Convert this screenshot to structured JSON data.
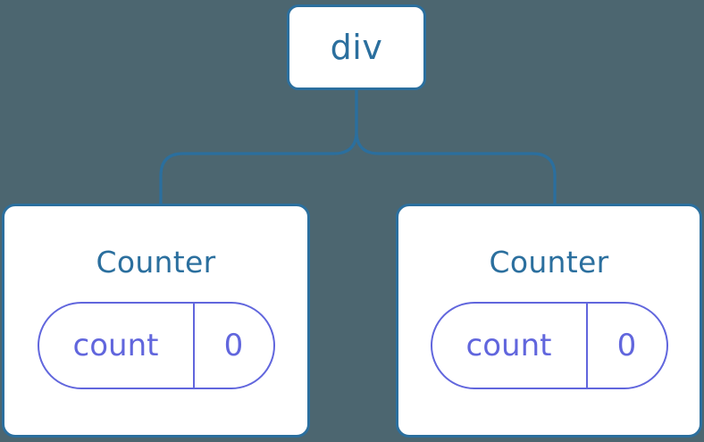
{
  "diagram": {
    "type": "component-tree",
    "background_color": "#4c6670",
    "node_border_color": "#2b6f9e",
    "node_text_color": "#2b6f9e",
    "state_pill_color": "#6166dd",
    "edge_color": "#2b6f9e"
  },
  "root": {
    "label": "div"
  },
  "children": [
    {
      "title": "Counter",
      "state": {
        "key": "count",
        "value": "0"
      }
    },
    {
      "title": "Counter",
      "state": {
        "key": "count",
        "value": "0"
      }
    }
  ]
}
